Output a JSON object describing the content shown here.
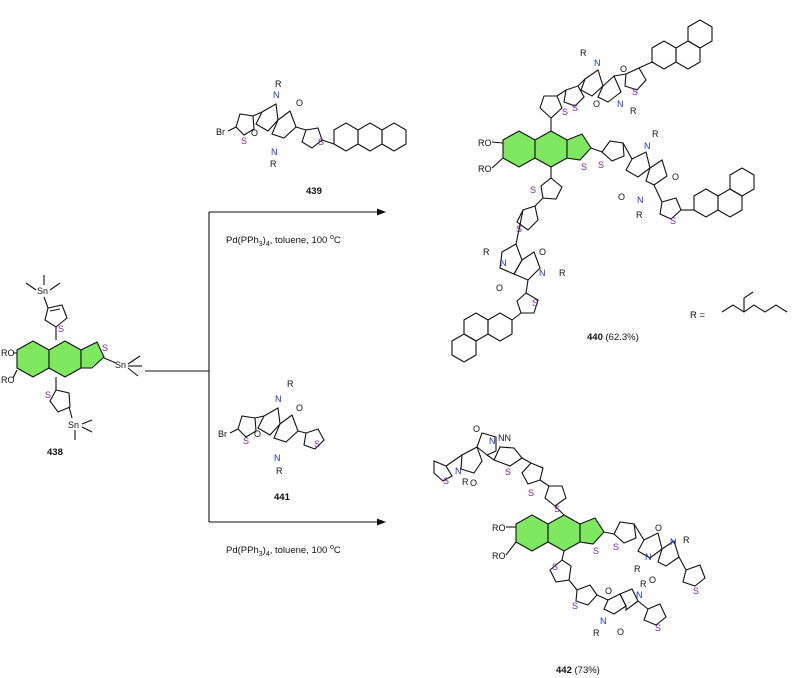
{
  "compounds": {
    "c438": {
      "id": "438"
    },
    "c439": {
      "id": "439"
    },
    "c440": {
      "id": "440",
      "yield": "(62.3%)"
    },
    "c441": {
      "id": "441"
    },
    "c442": {
      "id": "442",
      "yield": "(73%)"
    }
  },
  "conditions": {
    "top": {
      "pre": "Pd(PPh",
      "sub": "3",
      "post": ")",
      "sub2": "4",
      "rest": ", toluene, 100 ",
      "deg": "o",
      "unit": "C"
    },
    "bottom": {
      "pre": "Pd(PPh",
      "sub": "3",
      "post": ")",
      "sub2": "4",
      "rest": ", toluene, 100 ",
      "deg": "o",
      "unit": "C"
    }
  },
  "r_definition": "R =",
  "atoms": {
    "RO": "RO",
    "Sn": "Sn",
    "S": "S",
    "N": "N",
    "O": "O",
    "R": "R",
    "Br": "Br",
    "NN": "NN"
  },
  "colors": {
    "highlight": "#7ee860",
    "sulfur": "#7a1fa2",
    "nitrogen": "#1a2fd0"
  }
}
